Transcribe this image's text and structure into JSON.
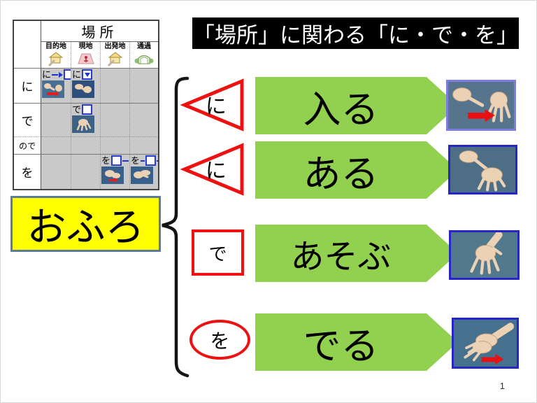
{
  "banner": {
    "text": "「場所」に関わる「に・で・を」"
  },
  "topic": {
    "text": "おふろ"
  },
  "table": {
    "title": "場所",
    "columns": [
      {
        "label": "目的地",
        "icon": "destination-house-icon"
      },
      {
        "label": "現地",
        "icon": "site-marker-icon"
      },
      {
        "label": "出発地",
        "icon": "departure-house-icon"
      },
      {
        "label": "通過",
        "icon": "tunnel-pass-icon"
      }
    ],
    "rows": [
      {
        "label": "に",
        "cells": [
          {
            "text": "に",
            "marker": "arrow-into-box",
            "thumb": "hand-sign-thumb"
          },
          {
            "text": "に",
            "marker": "down-triangle-box",
            "thumb": "hand-sign-thumb"
          },
          {
            "text": ""
          },
          {
            "text": ""
          }
        ]
      },
      {
        "label": "で",
        "cells": [
          {
            "text": ""
          },
          {
            "text": "で",
            "marker": "empty-box",
            "thumb": "hand-sign-thumb"
          },
          {
            "text": ""
          },
          {
            "text": ""
          }
        ]
      },
      {
        "label": "ので",
        "cells": [
          {
            "text": ""
          },
          {
            "text": ""
          },
          {
            "text": ""
          },
          {
            "text": ""
          }
        ]
      },
      {
        "label": "を",
        "cells": [
          {
            "text": ""
          },
          {
            "text": ""
          },
          {
            "text": "を",
            "marker": "arrow-out-of-box",
            "thumb": "hand-sign-thumb"
          },
          {
            "text": "を",
            "marker": "arrow-through-box",
            "thumb": "hand-sign-thumb"
          }
        ]
      }
    ]
  },
  "entries": [
    {
      "particle": "に",
      "shape": "triangle",
      "verb": "入る",
      "photo": "pointing-hand-enter-photo"
    },
    {
      "particle": "に",
      "shape": "triangle",
      "verb": "ある",
      "photo": "pointing-hand-exist-photo"
    },
    {
      "particle": "で",
      "shape": "square",
      "verb": "あそぶ",
      "photo": "open-hand-play-photo"
    },
    {
      "particle": "を",
      "shape": "ellipse",
      "verb": "でる",
      "photo": "crossed-hands-exit-photo"
    }
  ],
  "page": {
    "number": "1"
  },
  "colors": {
    "banner_bg": "#000000",
    "banner_fg": "#ffffff",
    "arrow_green": "#92d050",
    "shape_red": "#ee1111",
    "topic_bg": "#ffff00",
    "topic_border": "#5b7b9b",
    "photo_bg": "#56748c",
    "photo_border_light": "#7d7de0",
    "photo_border_dark": "#2626c6",
    "marker_blue": "#2233cc"
  }
}
